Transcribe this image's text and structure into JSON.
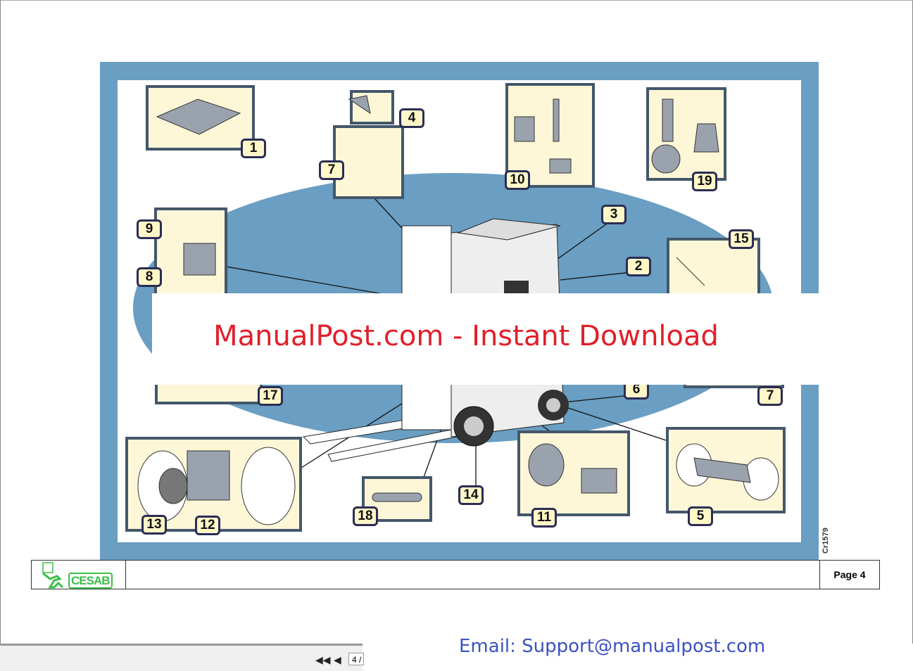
{
  "diagram_code": "Cr1579",
  "callouts": [
    "1",
    "4",
    "7",
    "10",
    "19",
    "3",
    "15",
    "2",
    "9",
    "8",
    "17",
    "6",
    "7",
    "14",
    "18",
    "11",
    "5",
    "13",
    "12"
  ],
  "watermark": "ManualPost.com - Instant Download",
  "footer": {
    "logo_text": "CESAB",
    "page_label": "Page 4"
  },
  "toolbar": {
    "page_input": "4 /"
  },
  "email": "Email: Support@manualpost.com",
  "colors": {
    "frame": "#6a9ec2",
    "inset": "#fdf7d8",
    "watermark": "#e0202a",
    "logo": "#3cbf4a"
  }
}
